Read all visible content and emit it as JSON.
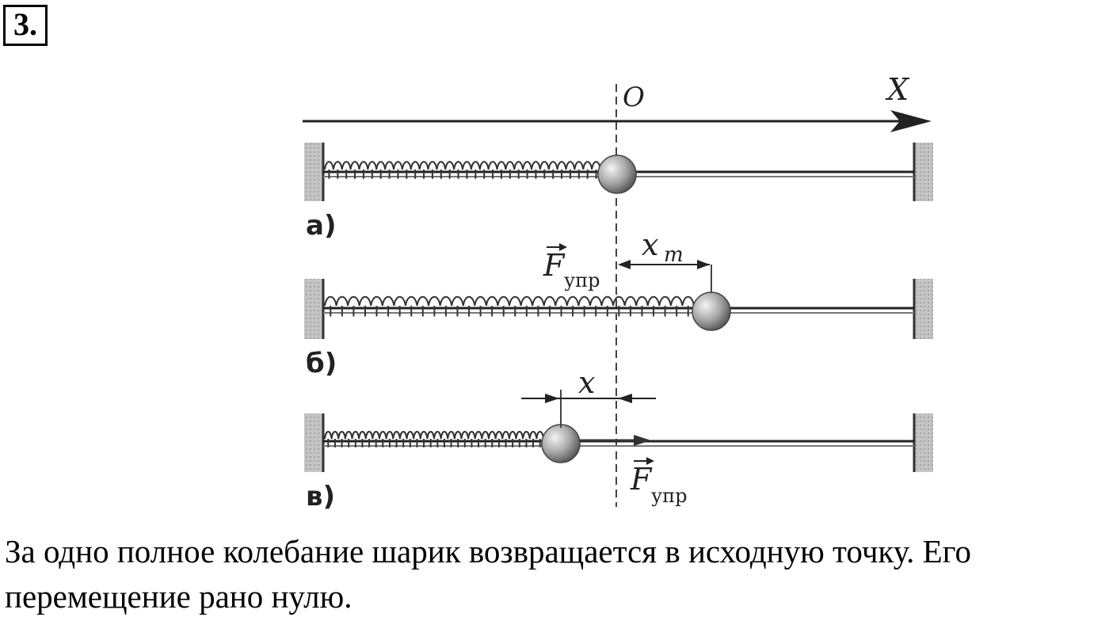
{
  "task": {
    "number": "3."
  },
  "figure": {
    "origin_label": "O",
    "axis_label": "X",
    "panels": [
      {
        "label": "а)"
      },
      {
        "label": "б)",
        "force": "F",
        "force_sub": "упр",
        "disp": "x",
        "disp_sub": "m"
      },
      {
        "label": "в)",
        "force": "F",
        "force_sub": "упр",
        "disp": "x"
      }
    ]
  },
  "answer": {
    "text": "За одно полное колебание шарик возвращается в исходную точку. Его перемещение рано нулю."
  },
  "colors": {
    "ink": "#222222",
    "wall": "#bbbbbb",
    "ball": "#9a9a9a"
  }
}
